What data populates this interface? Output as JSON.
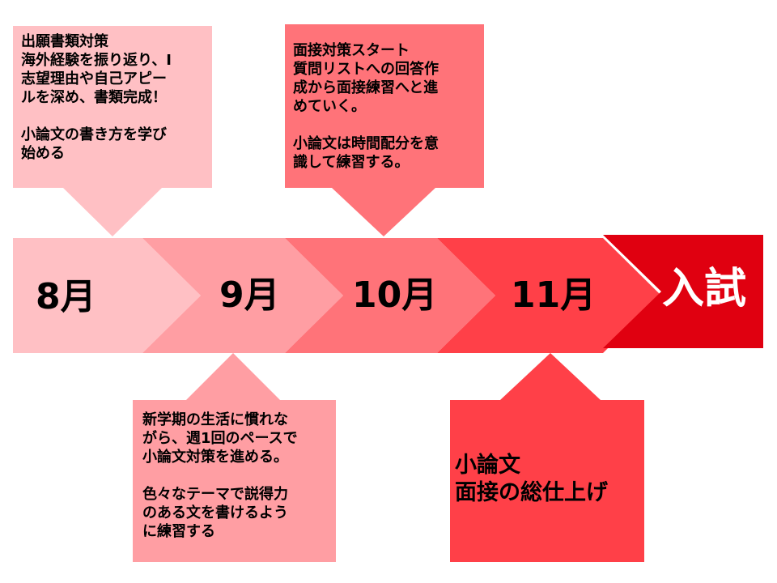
{
  "timeline": {
    "stages": [
      {
        "label": "8月",
        "color": "#ffc0c4"
      },
      {
        "label": "9月",
        "color": "#ff9ea3"
      },
      {
        "label": "10月",
        "color": "#ff7379"
      },
      {
        "label": "11月",
        "color": "#ff4048"
      },
      {
        "label": "入試",
        "color": "#e00010"
      }
    ]
  },
  "callouts": {
    "aug": "出願書類対策\n海外経験を振り返り、I\n志望理由や自己アピー\nルを深め、書類完成！\n\n小論文の書き方を学び\n始める",
    "sep": "新学期の生活に慣れな\nがら、週1回のペースで\n小論文対策を進める。\n\n色々なテーマで説得力\nのある文を書けるよう\nに練習する",
    "oct": "面接対策スタート\n質問リストへの回答作\n成から面接練習へと進\nめていく。\n\n小論文は時間配分を意\n識して練習する。",
    "nov": "小論文\n面接の総仕上げ"
  }
}
